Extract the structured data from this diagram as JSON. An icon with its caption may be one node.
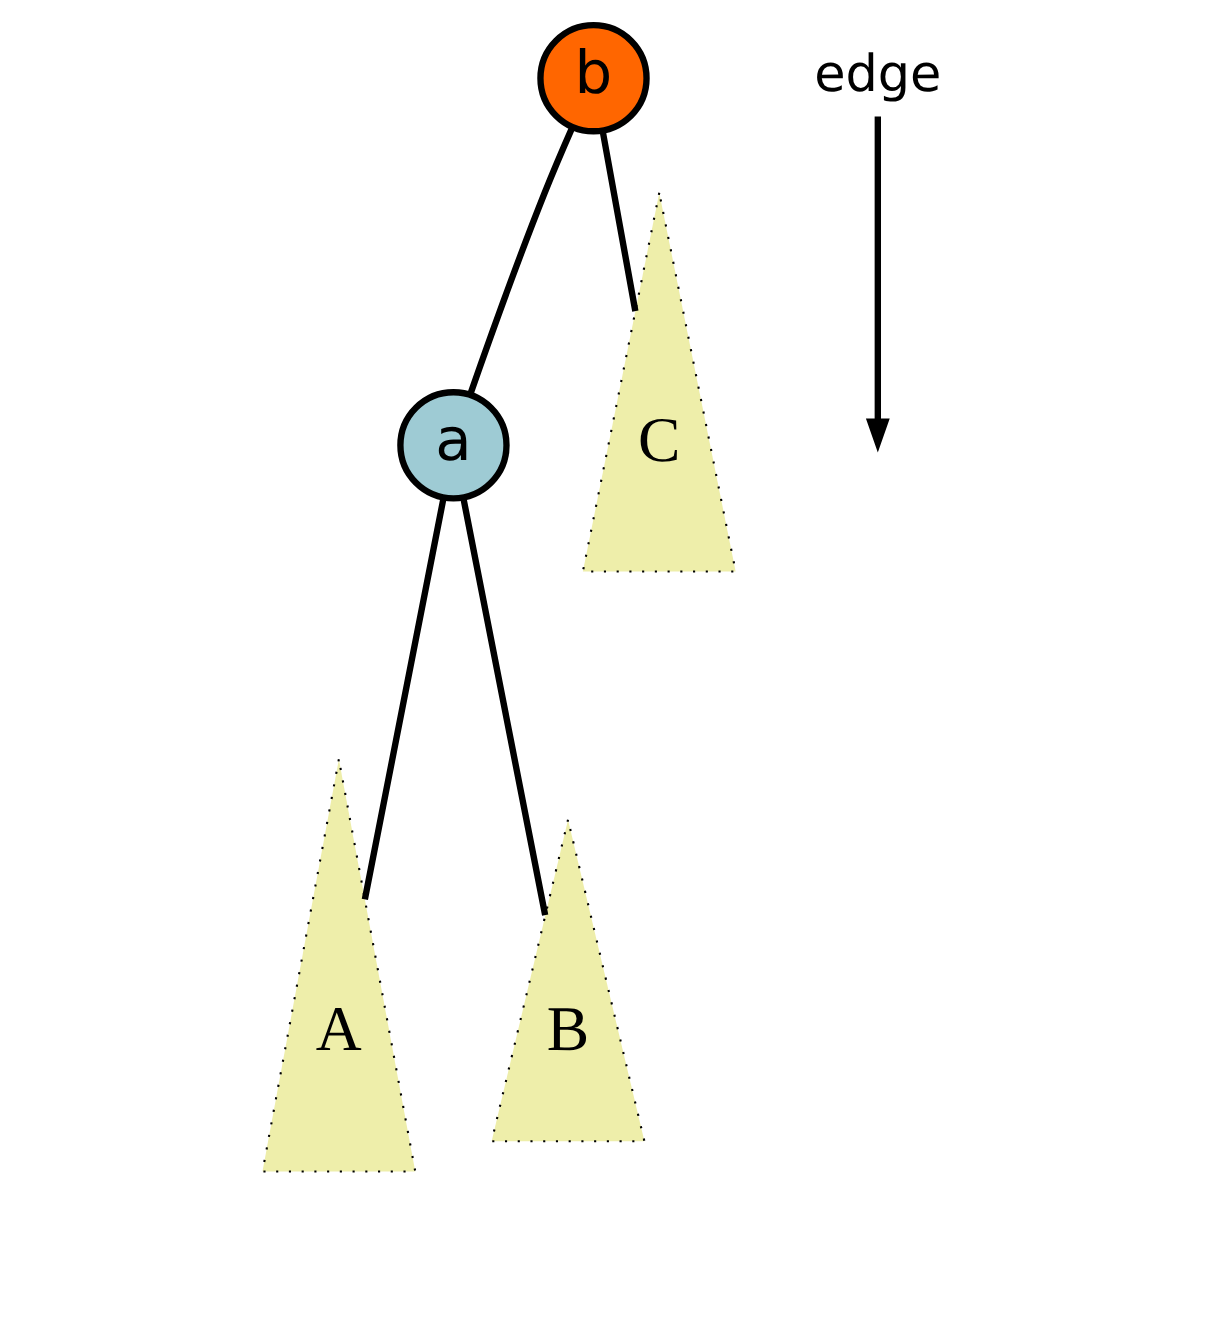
{
  "diagram": {
    "nodes": [
      {
        "text": [
          "b"
        ]
      },
      {
        "text": [
          "a"
        ]
      },
      {
        "text": [
          "A"
        ]
      },
      {
        "text": [
          "B"
        ]
      },
      {
        "text": [
          "C"
        ]
      },
      {
        "text": [
          "edge"
        ]
      }
    ],
    "edges": [
      {
        "from": 0,
        "to": 1,
        "arrow": "none"
      },
      {
        "from": 0,
        "to": 4,
        "arrow": "none"
      },
      {
        "from": 1,
        "to": 2,
        "arrow": "none"
      },
      {
        "from": 1,
        "to": 3,
        "arrow": "none"
      },
      {
        "from": 5,
        "to": null,
        "arrow": "to"
      }
    ]
  }
}
